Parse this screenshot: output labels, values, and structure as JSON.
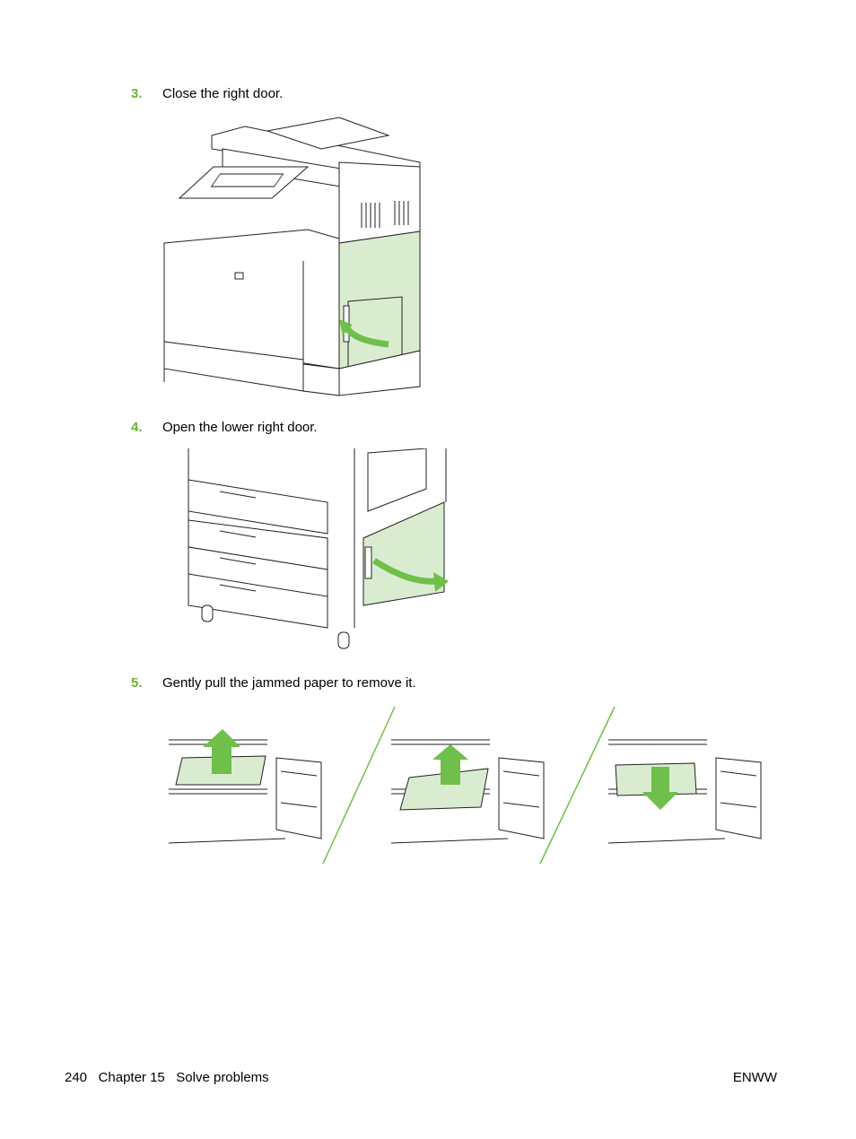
{
  "steps": [
    {
      "number": "3.",
      "text": "Close the right door."
    },
    {
      "number": "4.",
      "text": "Open the lower right door."
    },
    {
      "number": "5.",
      "text": "Gently pull the jammed paper to remove it."
    }
  ],
  "footer": {
    "page_number": "240",
    "chapter": "Chapter 15",
    "section": "Solve problems",
    "brand": "ENWW"
  },
  "colors": {
    "accent": "#6ab532",
    "door_fill": "#d9ecd0",
    "arrow": "#6fbf4a"
  }
}
